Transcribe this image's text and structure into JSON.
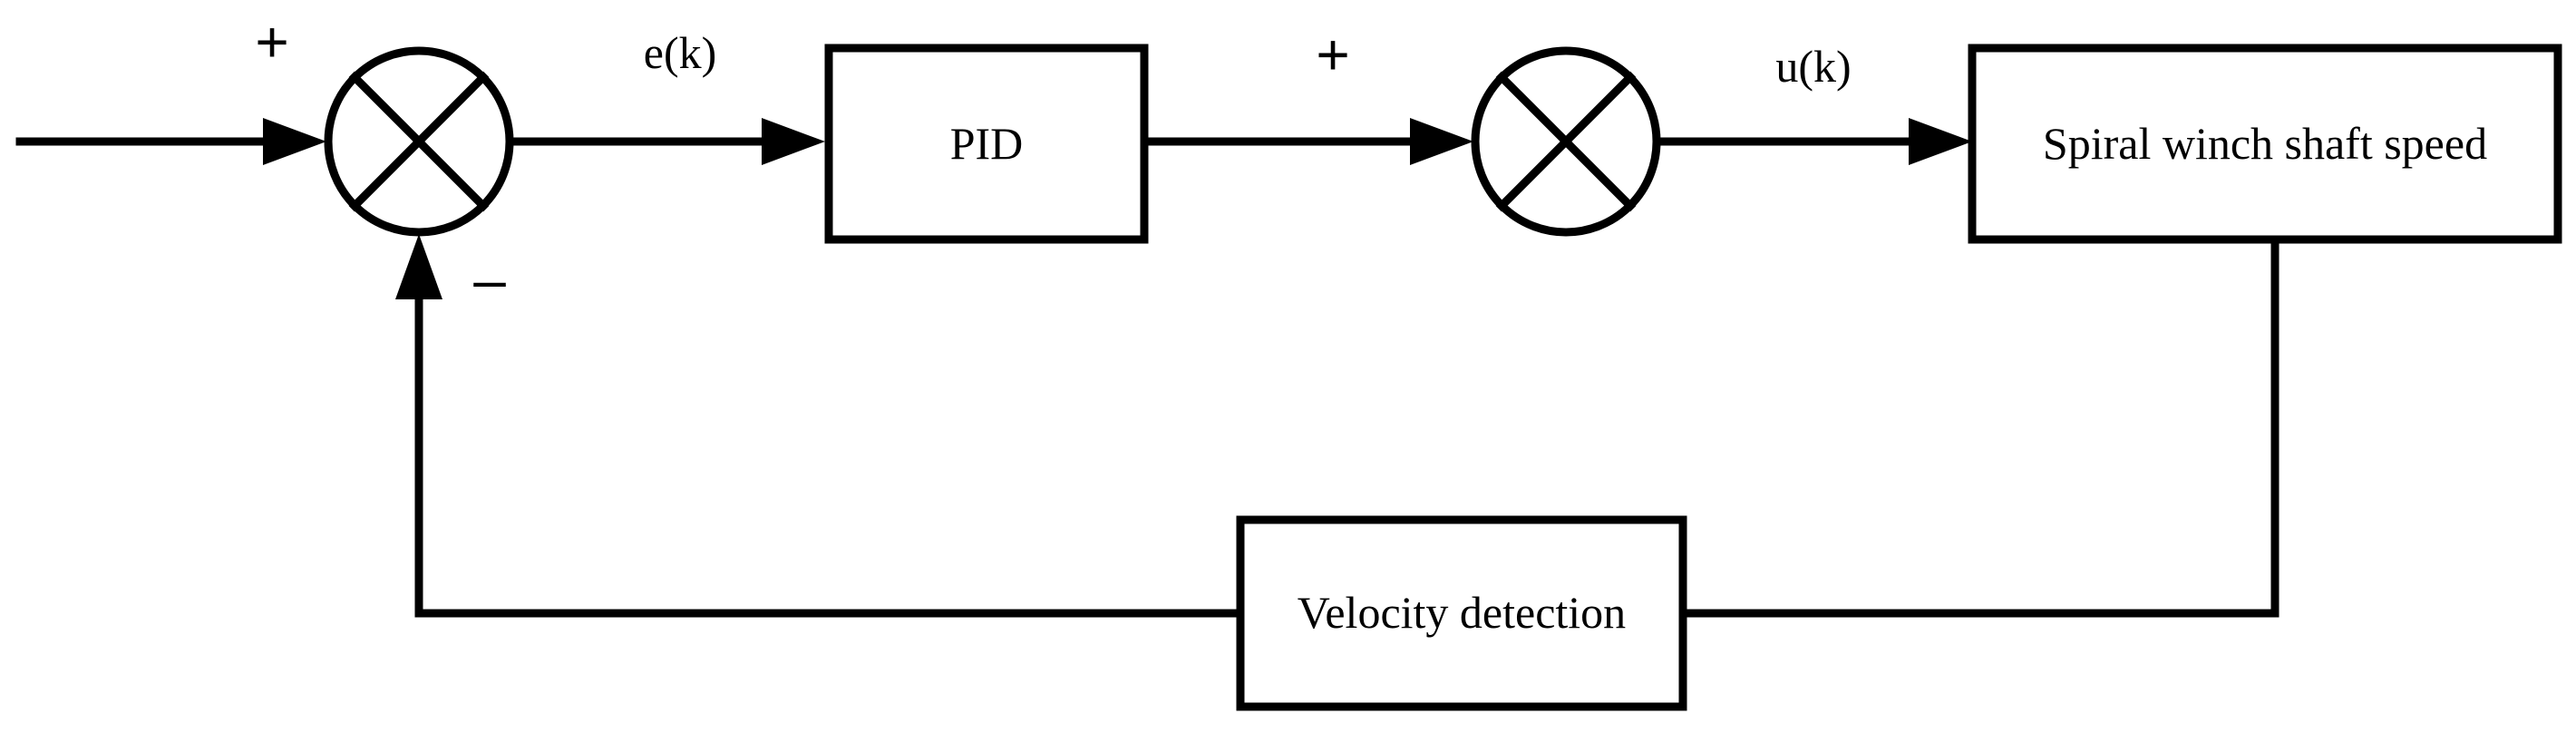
{
  "blocks": {
    "pid": "PID",
    "plant": "Spiral winch shaft speed",
    "feedback": "Velocity detection"
  },
  "signals": {
    "error": "e(k)",
    "control": "u(k)"
  },
  "signs": {
    "sum1_input": "+",
    "sum1_feedback": "–",
    "sum2_input": "+"
  },
  "colors": {
    "line": "#000000",
    "background": "#ffffff"
  }
}
